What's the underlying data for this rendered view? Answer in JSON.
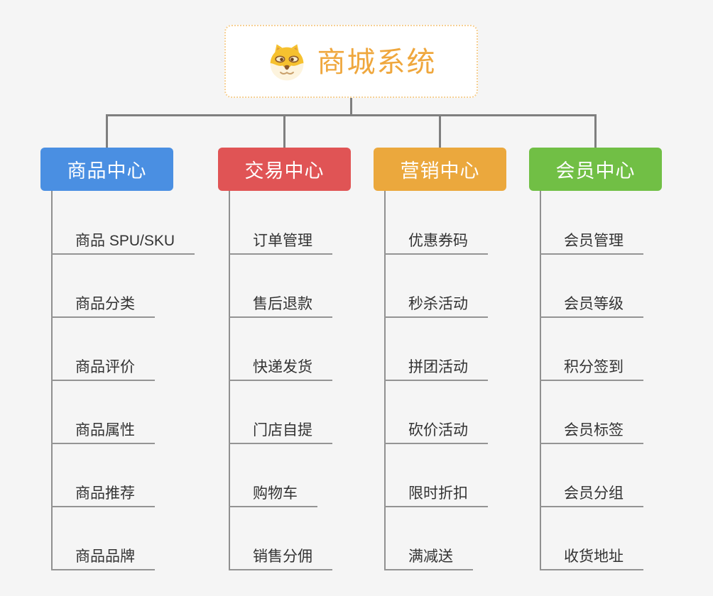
{
  "canvas": {
    "background": "#f5f5f5",
    "connector_color": "#7f7f7f",
    "leaf_line_color": "#949494",
    "leaf_text_color": "#333333"
  },
  "root": {
    "title": "商城系统",
    "title_color": "#efa73d",
    "border_color": "#f6d094",
    "background": "#ffffff",
    "icon": "doge-face-icon"
  },
  "branches": [
    {
      "label": "商品中心",
      "color": "#4a8fe2",
      "items": [
        "商品 SPU/SKU",
        "商品分类",
        "商品评价",
        "商品属性",
        "商品推荐",
        "商品品牌"
      ]
    },
    {
      "label": "交易中心",
      "color": "#e05455",
      "items": [
        "订单管理",
        "售后退款",
        "快递发货",
        "门店自提",
        "购物车",
        "销售分佣"
      ]
    },
    {
      "label": "营销中心",
      "color": "#eba83d",
      "items": [
        "优惠券码",
        "秒杀活动",
        "拼团活动",
        "砍价活动",
        "限时折扣",
        "满减送"
      ]
    },
    {
      "label": "会员中心",
      "color": "#71bf45",
      "items": [
        "会员管理",
        "会员等级",
        "积分签到",
        "会员标签",
        "会员分组",
        "收货地址"
      ]
    }
  ]
}
